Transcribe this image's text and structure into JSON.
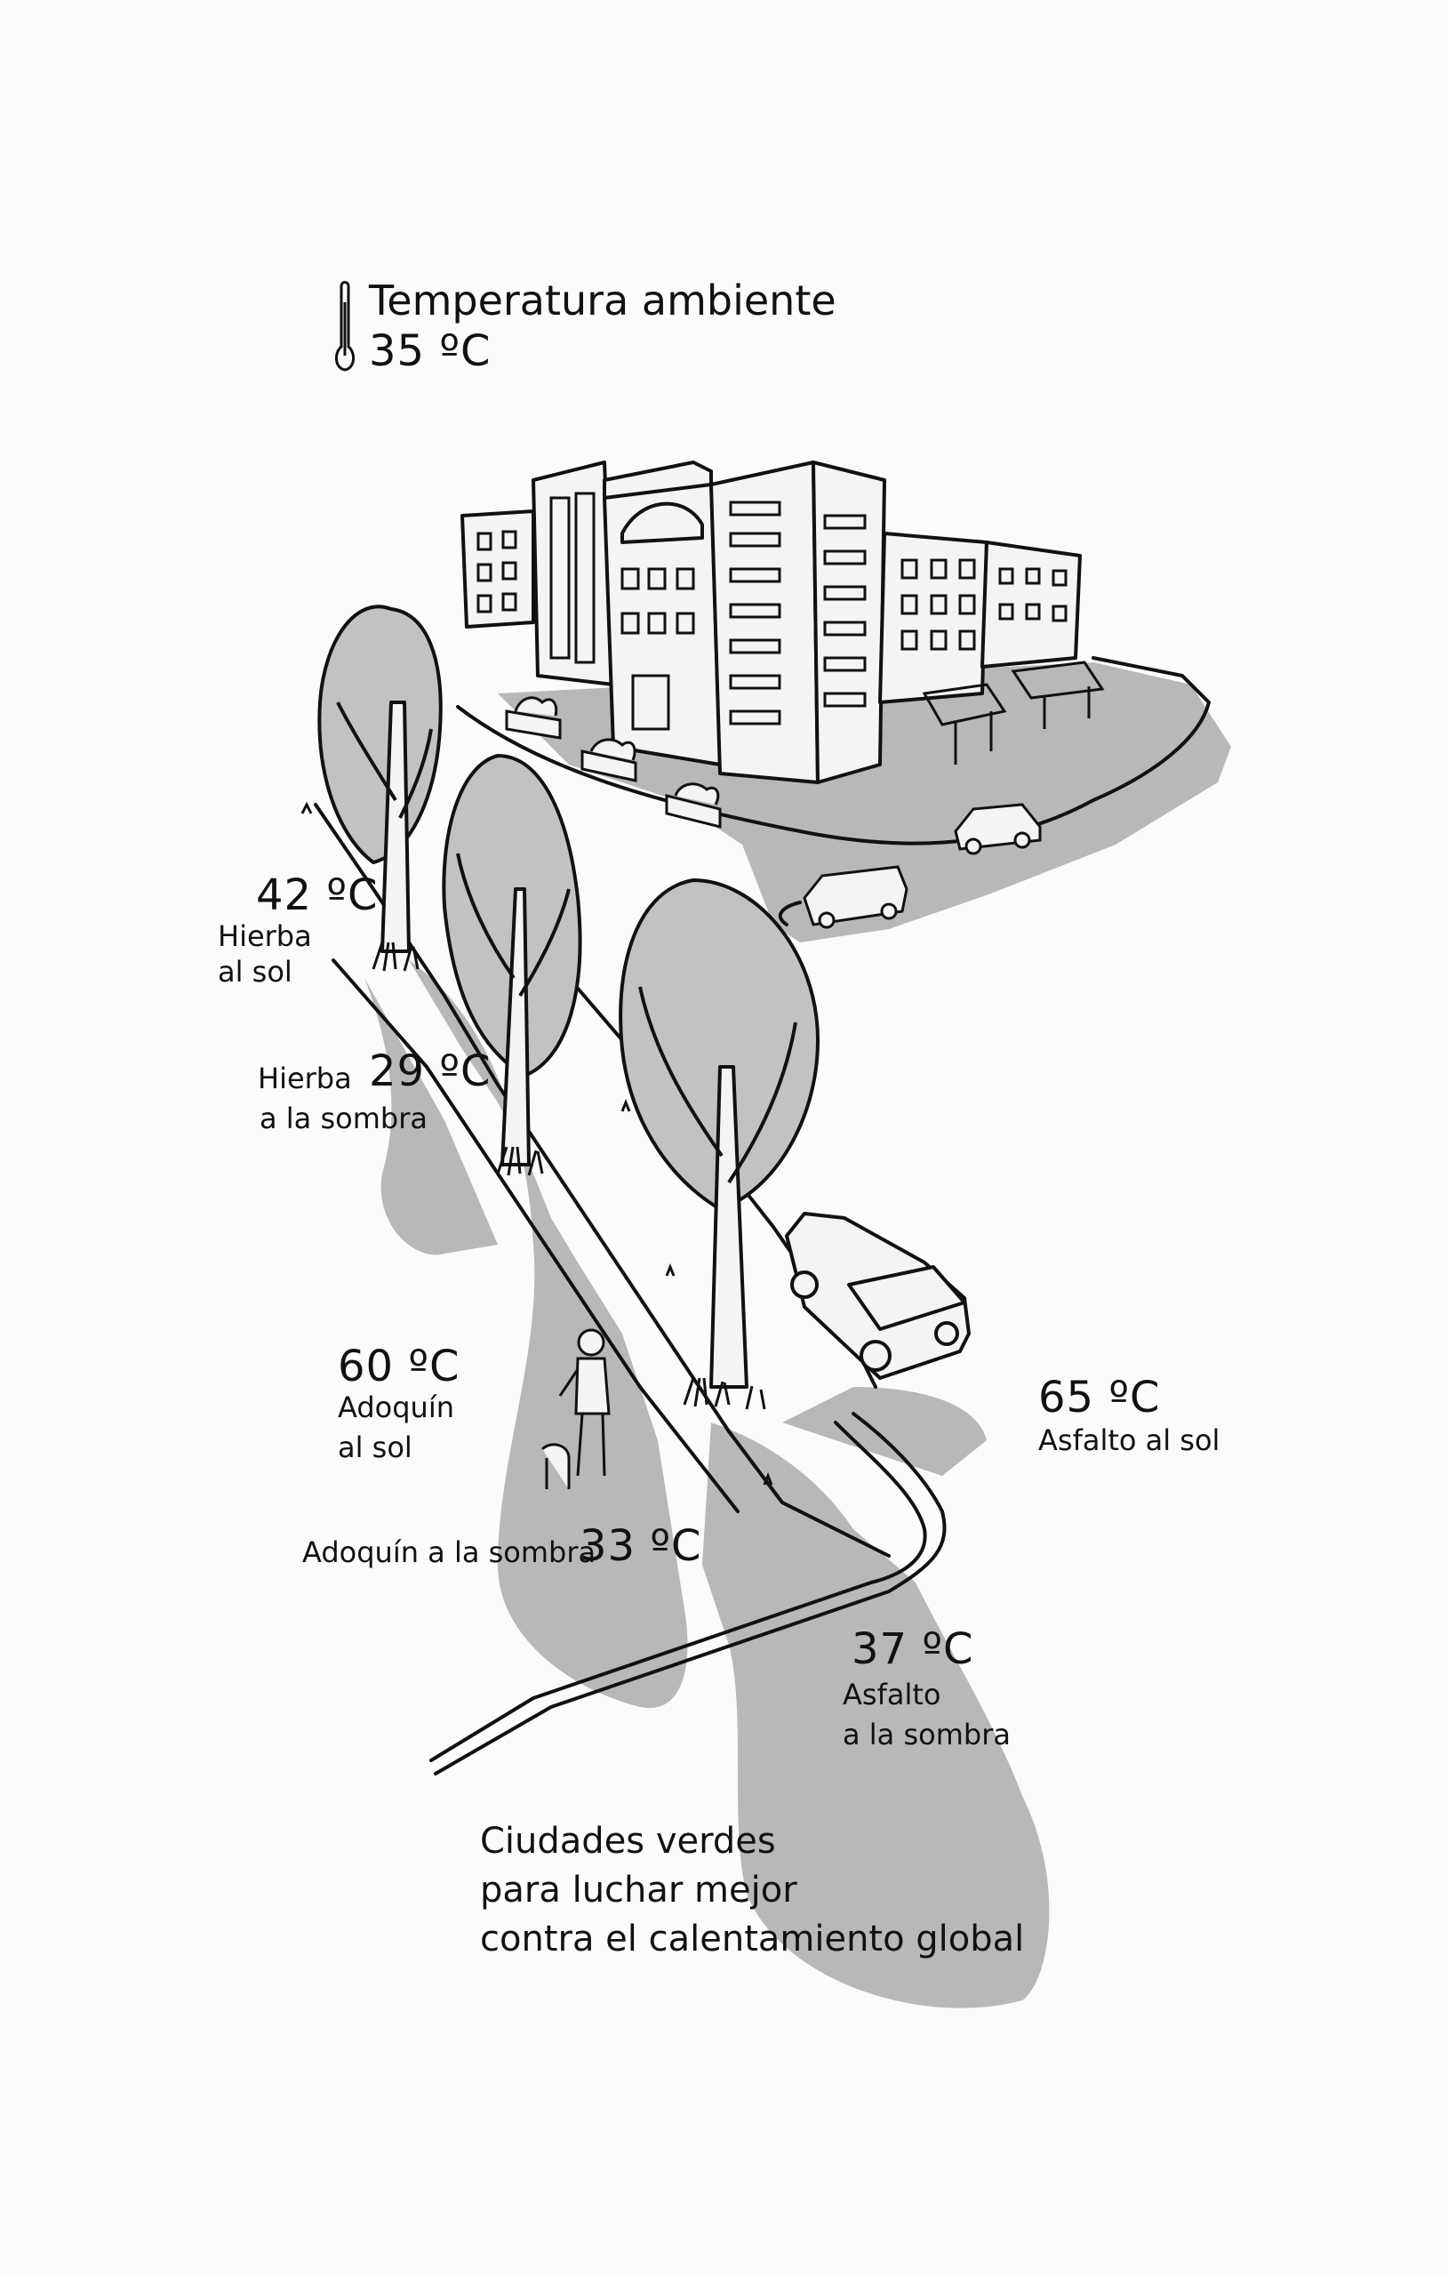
{
  "ambient": {
    "title": "Temperatura ambiente",
    "value": "35 ºC"
  },
  "labels": {
    "grass_sun": {
      "temp": "42 ºC",
      "line1": "Hierba",
      "line2": "al sol"
    },
    "grass_shade": {
      "temp": "29 ºC",
      "line1": "Hierba",
      "line2": "a la sombra"
    },
    "paving_sun": {
      "temp": "60 ºC",
      "line1": "Adoquín",
      "line2": "al sol"
    },
    "paving_shade": {
      "temp": "33 ºC",
      "line1": "Adoquín a la sombra"
    },
    "asphalt_sun": {
      "temp": "65 ºC",
      "line1": "Asfalto al sol"
    },
    "asphalt_shade": {
      "temp": "37 ºC",
      "line1": "Asfalto",
      "line2": "a la sombra"
    }
  },
  "caption": {
    "line1": "Ciudades verdes",
    "line2": "para luchar mejor",
    "line3": "contra el calentamiento global"
  }
}
